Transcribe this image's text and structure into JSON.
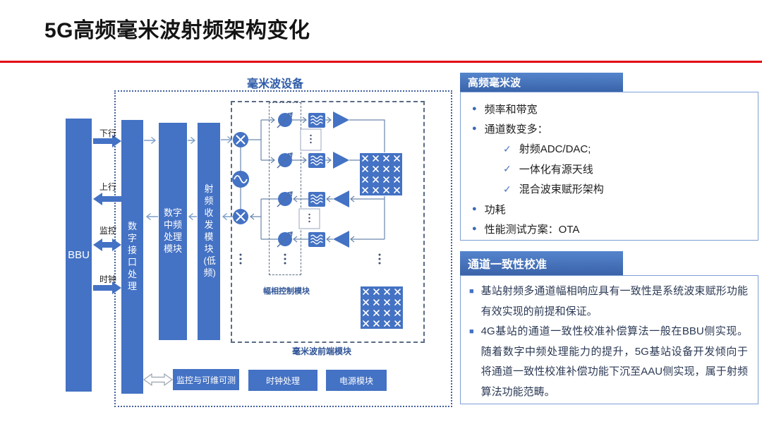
{
  "slide": {
    "title": "5G高频毫米波射频架构变化"
  },
  "colors": {
    "primary_blue": "#4472C4",
    "header_blue": "#3f6ab2",
    "device_label_blue": "#2d5aa8",
    "module_label_blue": "#2f5496",
    "red_line": "#e30613",
    "panel_border": "#7da0d4",
    "panel1_text": "#1d1d1d",
    "panel2_text": "#2c3a55"
  },
  "icons": {
    "bullet": "●",
    "check": "✓",
    "square": "■"
  },
  "diagram": {
    "device_label": "毫米波设备",
    "bbu": "BBU",
    "links": {
      "downlink": "下行",
      "uplink": "上行",
      "monitor": "监控",
      "clock": "时钟"
    },
    "bars": {
      "digital_interface": "数字接口处理",
      "digital_if": "数字中频处理模块",
      "rf_transceiver": "射频收发模块(低频)"
    },
    "phase_control_label": "幅相控制模块",
    "frontend_label": "毫米波前端模块",
    "bottom_boxes": {
      "monitor": "监控与可维可测",
      "clock": "时钟处理",
      "power": "电源模块"
    }
  },
  "panels": {
    "hf": {
      "title": "高频毫米波",
      "items": [
        {
          "text": "频率和带宽"
        },
        {
          "text": "通道数变多："
        },
        {
          "text": "射频ADC/DAC;"
        },
        {
          "text": "一体化有源天线"
        },
        {
          "text": "混合波束赋形架构"
        },
        {
          "text": "功耗"
        },
        {
          "text": "性能测试方案：OTA"
        }
      ]
    },
    "calib": {
      "title": "通道一致性校准",
      "items": [
        {
          "text": "基站射频多通道幅相响应具有一致性是系统波束赋形功能有效实现的前提和保证。"
        },
        {
          "text": "4G基站的通道一致性校准补偿算法一般在BBU侧实现。随着数字中频处理能力的提升，5G基站设备开发倾向于将通道一致性校准补偿功能下沉至AAU侧实现，属于射频算法功能范畴。"
        }
      ]
    }
  }
}
